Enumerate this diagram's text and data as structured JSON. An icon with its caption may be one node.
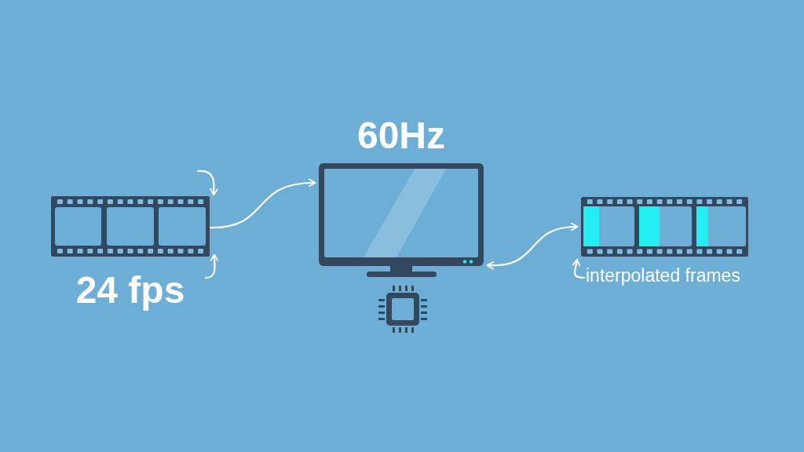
{
  "diagram": {
    "nodes": [
      {
        "text": [
          "24 fps"
        ]
      },
      {
        "text": [
          "60Hz"
        ]
      },
      {
        "text": [],
        "shape": "picture"
      },
      {
        "text": [],
        "shape": "picture"
      },
      {
        "text": [
          "interpolated frames"
        ]
      }
    ],
    "edges": [
      {
        "from": null,
        "to": 0,
        "arrow": "to"
      },
      {
        "from": null,
        "to": 0,
        "arrow": "to"
      },
      {
        "from": 0,
        "to": 1,
        "arrow": "to"
      },
      {
        "from": 1,
        "to": 3,
        "arrow": "both"
      },
      {
        "from": 4,
        "to": 3,
        "arrow": "to"
      }
    ]
  }
}
